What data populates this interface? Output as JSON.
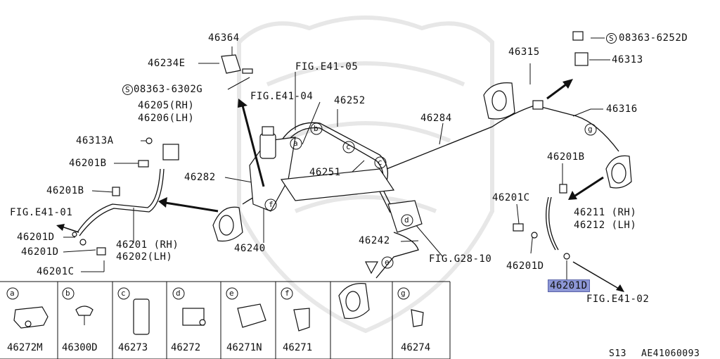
{
  "labels": {
    "p46364": "46364",
    "p46234E": "46234E",
    "s08363_6302G": "08363-6302G",
    "p46205": "46205(RH)",
    "p46206": "46206(LH)",
    "p46313A": "46313A",
    "p46201B_a": "46201B",
    "p46201B_b": "46201B",
    "figE41_01": "FIG.E41-01",
    "p46201D_a": "46201D",
    "p46201D_b": "46201D",
    "p46201C_a": "46201C",
    "p46201": "46201 (RH)",
    "p46202": "46202(LH)",
    "figE41_05": "FIG.E41-05",
    "figE41_04": "FIG.E41-04",
    "p46252": "46252",
    "p46282": "46282",
    "p46251": "46251",
    "p46240": "46240",
    "p46284": "46284",
    "p46242": "46242",
    "figG28_10": "FIG.G28-10",
    "p46315": "46315",
    "s08363_6252D": "08363-6252D",
    "p46313": "46313",
    "p46316": "46316",
    "p46201B_c": "46201B",
    "p46201C_b": "46201C",
    "p46211": "46211 (RH)",
    "p46212": "46212 (LH)",
    "p46201D_c": "46201D",
    "p46201D_hl": "46201D",
    "figE41_02": "FIG.E41-02",
    "footer_left": "S13",
    "footer_right": "AE41060093"
  },
  "s_symbol": "S",
  "callouts": [
    "a",
    "b",
    "c",
    "d",
    "e",
    "f",
    "g"
  ],
  "legend": [
    {
      "letter": "a",
      "part": "46272M"
    },
    {
      "letter": "b",
      "part": "46300D"
    },
    {
      "letter": "c",
      "part": "46273"
    },
    {
      "letter": "d",
      "part": "46272"
    },
    {
      "letter": "e",
      "part": "46271N"
    },
    {
      "letter": "f",
      "part": "46271"
    },
    {
      "letter": "g",
      "part": "46274"
    }
  ],
  "colors": {
    "highlight": "#8d97d6",
    "ink": "#111111"
  }
}
